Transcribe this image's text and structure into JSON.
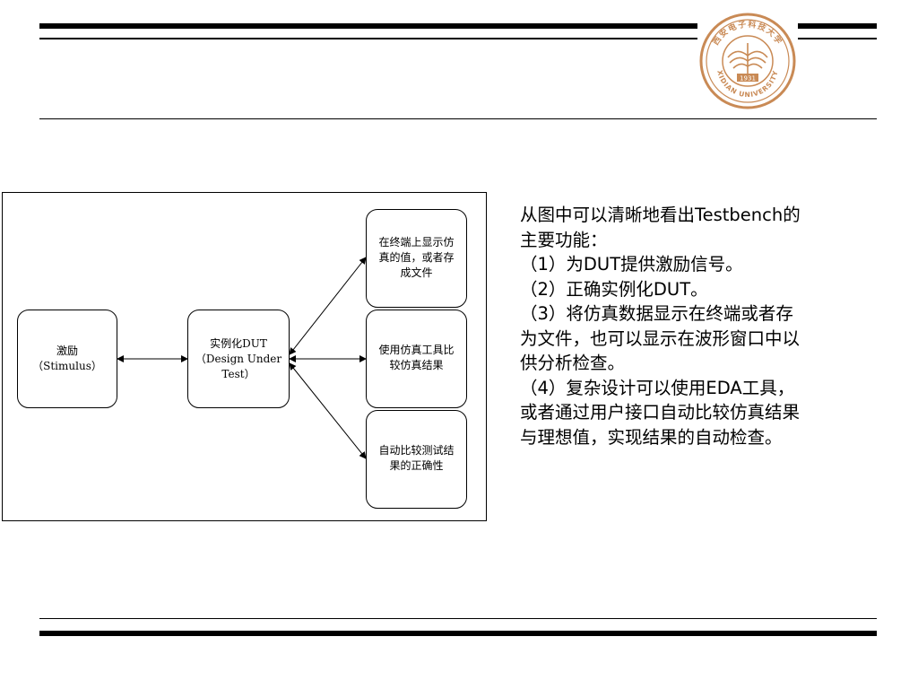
{
  "logo": {
    "top_text": "西安电子科技大学",
    "year": "1931",
    "bottom_text": "XIDIAN UNIVERSITY"
  },
  "diagram": {
    "stimulus": [
      "激励",
      "（Stimulus）"
    ],
    "dut": [
      "实例化DUT",
      "（Design Under",
      "Test）"
    ],
    "display": [
      "在终端上显示仿",
      "真的值，或者存",
      "成文件"
    ],
    "compare_tool": [
      "使用仿真工具比",
      "较仿真结果"
    ],
    "auto_check": [
      "自动比较测试结",
      "果的正确性"
    ]
  },
  "text": {
    "lines": [
      "从图中可以清晰地看出Testbench的",
      "主要功能：",
      "（1）为DUT提供激励信号。",
      "（2）正确实例化DUT。",
      "（3）将仿真数据显示在终端或者存",
      "为文件，也可以显示在波形窗口中以",
      "供分析检查。",
      "（4）复杂设计可以使用EDA工具，",
      "或者通过用户接口自动比较仿真结果",
      "与理想值，实现结果的自动检查。"
    ]
  },
  "colors": {
    "logo": "#c98a55",
    "rule": "#000000"
  }
}
